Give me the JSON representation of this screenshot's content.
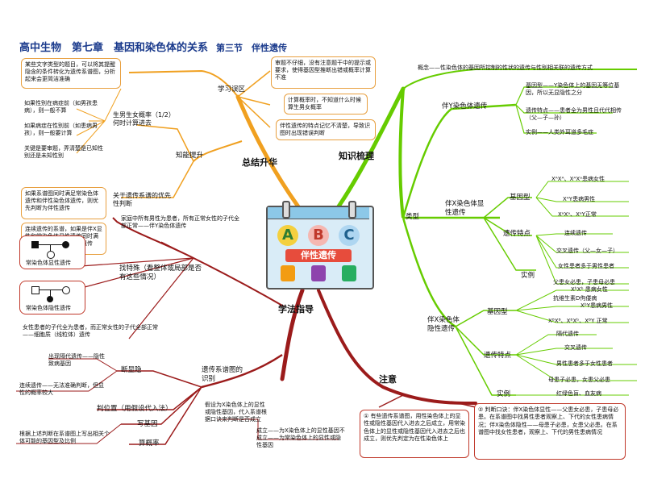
{
  "title": {
    "main": "高中生物　第七章　基因和染色体的关系",
    "section": "第三节　伴性遗传"
  },
  "center": {
    "letters": [
      "A",
      "B",
      "C"
    ],
    "banner": "伴性遗传"
  },
  "branches": {
    "summary": "总结升华",
    "knowledge": "知识梳理",
    "method": "学法指导",
    "note": "注意"
  },
  "summary": {
    "mistakes_label": "学习误区",
    "mistakes": [
      "审题不仔细，没有注意题干中的提示或要求，使得基因型推断出错或概率计算不准",
      "计算概率时，不知道什么时候算生男女概率",
      "伴性遗传的特点记忆不清楚，导致识图时出现错误判断"
    ],
    "ability_label": "知能提升",
    "prob_label": "生男生女概率（1/2）何时计算进去",
    "prob_top": "某些文字类型的题目，可以将其提醒隐含的条件转化为遗传系谱图，分析起来会更简洁准确",
    "prob_items": [
      "如果性别在病症前（如男孩患病），则一般不算",
      "如果病症在性别前（如患病男孩），则一般要计算",
      "关键是要审题，弄清楚是已知性别还是未知性别"
    ],
    "priority_label": "关于遗传系谱的优先性判断",
    "priority_items": [
      "如果系谱图同时满足常染色体遗传和伴性染色体遗传，则优先判断为伴性遗传",
      "连续遗传的系谱，如果是伴X显性和常染色体显性遗传同时满足，则优先判断为伴性遗传"
    ]
  },
  "knowledge": {
    "concept": "概念——性染色体的基因所控制的性状的遗传与性别相关联的遗传方式",
    "type_label": "类型",
    "y_label": "伴Y染色体遗传",
    "y_items": [
      "基因型——Y染色体上的基因无等位基因，所以无显隐性之分",
      "遗传特点——患者全为男性且代代相传（父—子—孙）",
      "实例——人类外耳道多毛症"
    ],
    "xd_label": "伴X染色体显性遗传",
    "xd_geno_label": "基因型",
    "xd_geno": [
      "XᴬXᴬ、XᴬXᵃ患病女性",
      "XᴬY患病男性",
      "XᵃXᵃ、XᵃY正常"
    ],
    "xd_feat_label": "遗传特点",
    "xd_feat": [
      "连续遗传",
      "交叉遗传（父—女—子）",
      "女性患者多于男性患者",
      "父患女必患，子患母必患"
    ],
    "xd_ex_label": "实例",
    "xd_ex": "抗维生素D佝偻病",
    "xr_label": "伴X染色体隐性遗传",
    "xr_geno_label": "基因型",
    "xr_geno": [
      "XᵇXᵇ 患病女性",
      "XᵇY患病男性",
      "XᴮXᴮ、XᴮXᵇ、XᴮY 正常"
    ],
    "xr_feat_label": "遗传特点",
    "xr_feat": [
      "隔代遗传",
      "交叉遗传",
      "男性患者多于女性患者",
      "母患子必患，女患父必患"
    ],
    "xr_ex_label": "实例",
    "xr_ex": "红绿色盲、血友病"
  },
  "method": {
    "special_label": "找特殊（看整体或局部是否有这些情况）",
    "special_top": "家庭中所有男性为患者，所有正常女性的子代全部正常——伴Y染色体遗传",
    "sym1": "常染色体显性遗传",
    "sym2": "常染色体隐性遗传",
    "special_bottom": "女性患者的子代全为患者，而正常女性的子代全部正常——细胞质（线粒体）遗传",
    "pedigree_label": "遗传系谱图的识别",
    "dom_label": "断显隐",
    "dom_items": [
      "出现隔代遗传——隐性致病基因",
      "连续遗传——无法准确判断，但显性的概率较大"
    ],
    "pos_label": "判位置（用假设代入法）",
    "pos_text": "假设为X染色体上的显性或隐性基因，代入系谱根据口诀来判断是否成立",
    "pos_result": "成立——为X染色体上的显性基因不成立——为常染色体上的显性或隐性基因",
    "write_label": "写基因",
    "write_text": "根据上述判断在系谱图上写出相关个体可能的基因型及比例",
    "calc_label": "算概率"
  },
  "note": {
    "n1": "① 有些遗传系谱图，用性染色体上的显性或隐性基因代入进去之后成立，用常染色体上的显性或隐性基因代入进去之后也成立，则优先判定为在性染色体上",
    "n2": "② 判断口诀：伴X染色体显性——父患女必患，子患母必患。在系谱图中找男性患者观察上、下代的女性患病情况；伴X染色体隐性——母患子必患，女患父必患。在系谱图中找女性患者，观察上、下代的男性患病情况"
  }
}
